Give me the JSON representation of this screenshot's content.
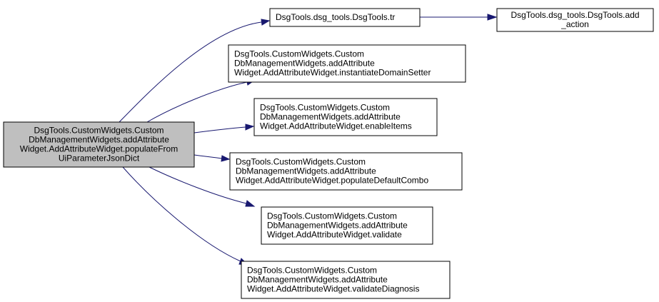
{
  "colors": {
    "focus_fill": "#bfbfbf",
    "node_fill": "#ffffff",
    "border": "#000000",
    "edge": "#191970"
  },
  "nodes": [
    {
      "id": "populate",
      "focus": true,
      "lines": [
        "DsgTools.CustomWidgets.Custom",
        "DbManagementWidgets.addAttribute",
        "Widget.AddAttributeWidget.populateFrom",
        "UiParameterJsonDict"
      ]
    },
    {
      "id": "tr",
      "lines": [
        "DsgTools.dsg_tools.DsgTools.tr"
      ]
    },
    {
      "id": "add_action",
      "lines": [
        "DsgTools.dsg_tools.DsgTools.add",
        "_action"
      ]
    },
    {
      "id": "instantiate",
      "lines": [
        "DsgTools.CustomWidgets.Custom",
        "DbManagementWidgets.addAttribute",
        "Widget.AddAttributeWidget.instantiateDomainSetter"
      ]
    },
    {
      "id": "enable",
      "lines": [
        "DsgTools.CustomWidgets.Custom",
        "DbManagementWidgets.addAttribute",
        "Widget.AddAttributeWidget.enableItems"
      ]
    },
    {
      "id": "combo",
      "lines": [
        "DsgTools.CustomWidgets.Custom",
        "DbManagementWidgets.addAttribute",
        "Widget.AddAttributeWidget.populateDefaultCombo"
      ]
    },
    {
      "id": "validate",
      "lines": [
        "DsgTools.CustomWidgets.Custom",
        "DbManagementWidgets.addAttribute",
        "Widget.AddAttributeWidget.validate"
      ]
    },
    {
      "id": "diagnosis",
      "lines": [
        "DsgTools.CustomWidgets.Custom",
        "DbManagementWidgets.addAttribute",
        "Widget.AddAttributeWidget.validateDiagnosis"
      ]
    }
  ],
  "edges": [
    {
      "from": "populate",
      "to": "tr"
    },
    {
      "from": "tr",
      "to": "add_action"
    },
    {
      "from": "populate",
      "to": "instantiate"
    },
    {
      "from": "populate",
      "to": "enable"
    },
    {
      "from": "populate",
      "to": "combo"
    },
    {
      "from": "populate",
      "to": "validate"
    },
    {
      "from": "populate",
      "to": "diagnosis"
    }
  ]
}
